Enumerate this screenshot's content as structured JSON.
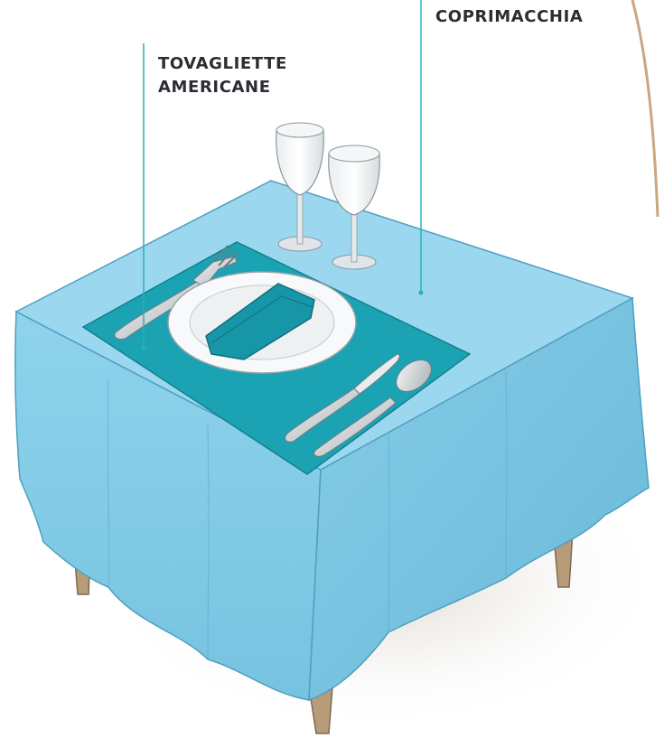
{
  "labels": {
    "placemats_line1": "TOVAGLIETTE",
    "placemats_line2": "AMERICANE",
    "cover": "COPRIMACCHIA"
  },
  "colors": {
    "tablecloth": "#8fd3ec",
    "tablecloth_shadow": "#6fbfdc",
    "placemat": "#1ba3b4",
    "napkin": "#1796a8",
    "leader_line": "#2ab0b8",
    "table_leg": "#b79c7a",
    "label_text": "#2a2d33"
  }
}
